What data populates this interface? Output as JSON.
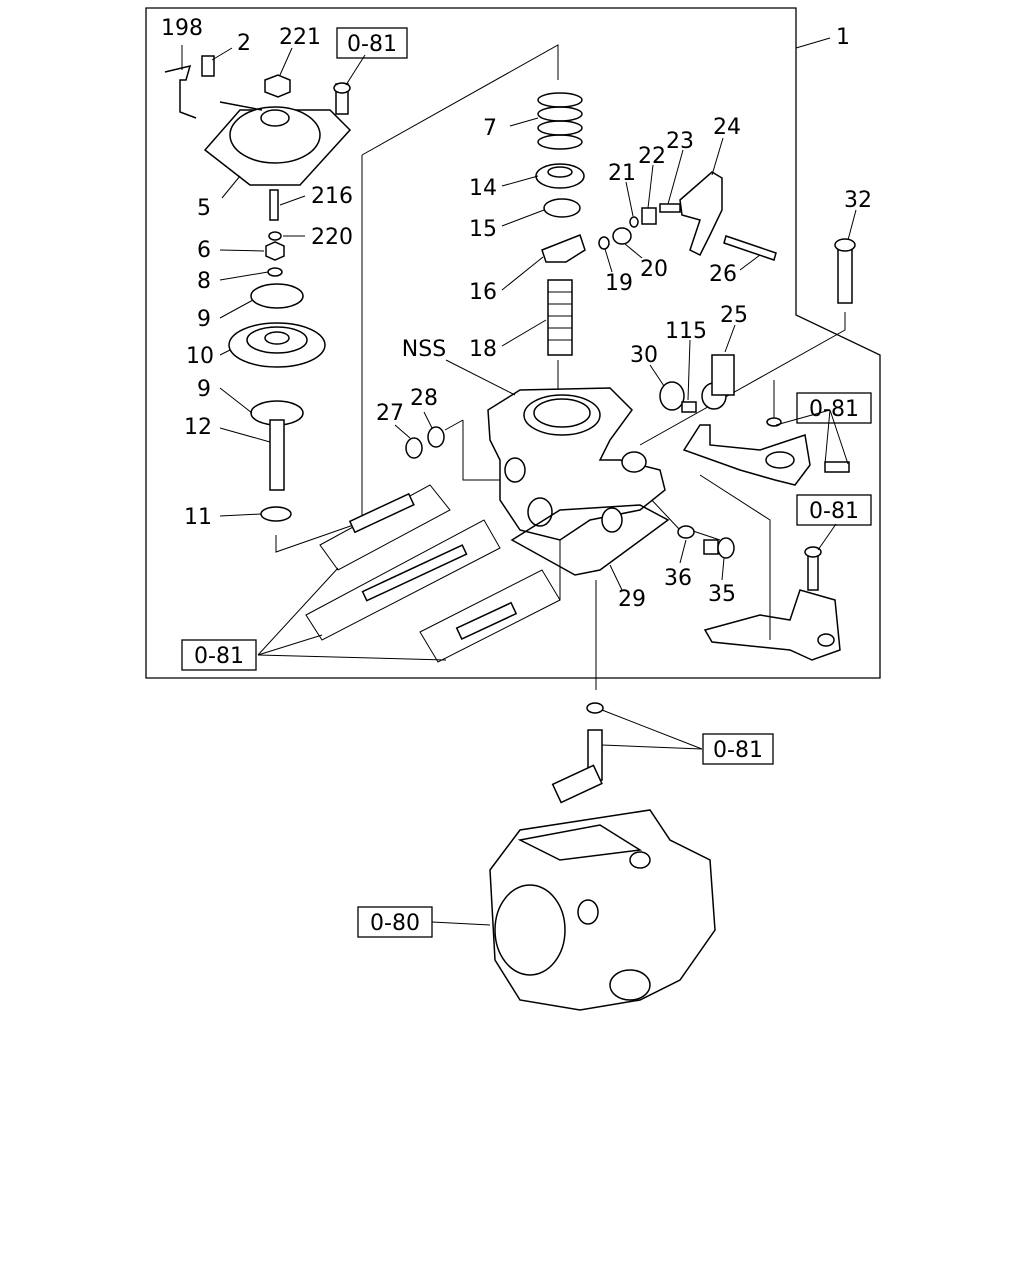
{
  "callouts": [
    {
      "id": "198",
      "text": "198"
    },
    {
      "id": "2",
      "text": "2"
    },
    {
      "id": "221",
      "text": "221"
    },
    {
      "id": "1",
      "text": "1"
    },
    {
      "id": "5",
      "text": "5"
    },
    {
      "id": "216",
      "text": "216"
    },
    {
      "id": "6",
      "text": "6"
    },
    {
      "id": "220",
      "text": "220"
    },
    {
      "id": "8",
      "text": "8"
    },
    {
      "id": "9a",
      "text": "9"
    },
    {
      "id": "10",
      "text": "10"
    },
    {
      "id": "9b",
      "text": "9"
    },
    {
      "id": "12",
      "text": "12"
    },
    {
      "id": "11",
      "text": "11"
    },
    {
      "id": "7",
      "text": "7"
    },
    {
      "id": "14",
      "text": "14"
    },
    {
      "id": "15",
      "text": "15"
    },
    {
      "id": "16",
      "text": "16"
    },
    {
      "id": "18",
      "text": "18"
    },
    {
      "id": "19",
      "text": "19"
    },
    {
      "id": "20",
      "text": "20"
    },
    {
      "id": "21",
      "text": "21"
    },
    {
      "id": "22",
      "text": "22"
    },
    {
      "id": "23",
      "text": "23"
    },
    {
      "id": "24",
      "text": "24"
    },
    {
      "id": "26",
      "text": "26"
    },
    {
      "id": "32",
      "text": "32"
    },
    {
      "id": "nss",
      "text": "NSS"
    },
    {
      "id": "115",
      "text": "115"
    },
    {
      "id": "25",
      "text": "25"
    },
    {
      "id": "30",
      "text": "30"
    },
    {
      "id": "27",
      "text": "27"
    },
    {
      "id": "28",
      "text": "28"
    },
    {
      "id": "36",
      "text": "36"
    },
    {
      "id": "35",
      "text": "35"
    },
    {
      "id": "29",
      "text": "29"
    }
  ],
  "references": [
    {
      "id": "r1",
      "text": "0-81"
    },
    {
      "id": "r2",
      "text": "0-81"
    },
    {
      "id": "r3",
      "text": "0-81"
    },
    {
      "id": "r4",
      "text": "0-81"
    },
    {
      "id": "r5",
      "text": "0-81"
    },
    {
      "id": "r6",
      "text": "0-80"
    }
  ]
}
